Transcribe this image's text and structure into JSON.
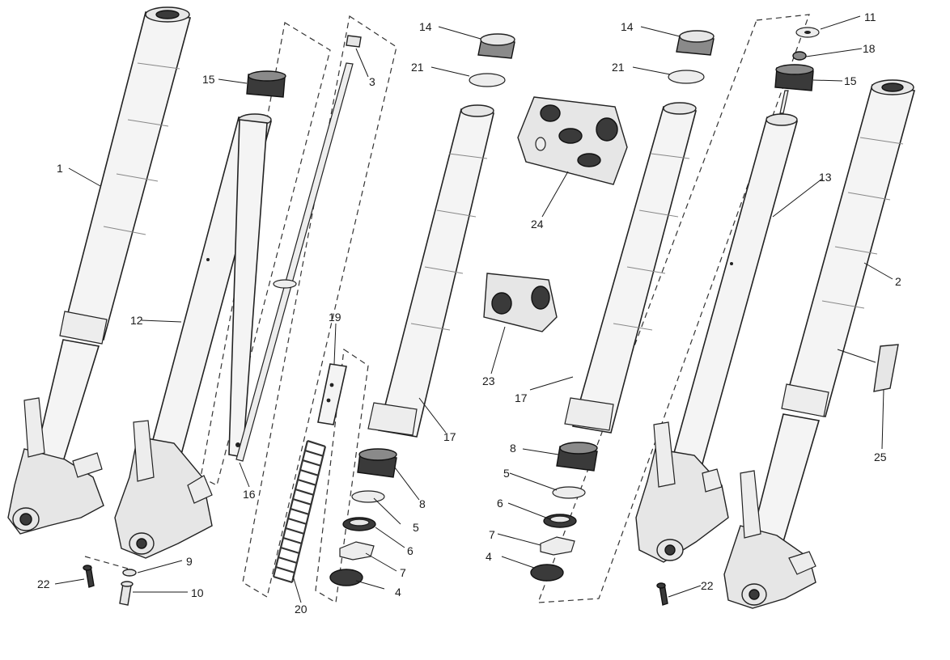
{
  "diagram": {
    "labels": [
      {
        "id": "L1",
        "text": "1"
      },
      {
        "id": "L2",
        "text": "2"
      },
      {
        "id": "L3",
        "text": "3"
      },
      {
        "id": "L4a",
        "text": "4"
      },
      {
        "id": "L4b",
        "text": "4"
      },
      {
        "id": "L5a",
        "text": "5"
      },
      {
        "id": "L5b",
        "text": "5"
      },
      {
        "id": "L6a",
        "text": "6"
      },
      {
        "id": "L6b",
        "text": "6"
      },
      {
        "id": "L7a",
        "text": "7"
      },
      {
        "id": "L7b",
        "text": "7"
      },
      {
        "id": "L8a",
        "text": "8"
      },
      {
        "id": "L8b",
        "text": "8"
      },
      {
        "id": "L9",
        "text": "9"
      },
      {
        "id": "L10",
        "text": "10"
      },
      {
        "id": "L11",
        "text": "11"
      },
      {
        "id": "L12",
        "text": "12"
      },
      {
        "id": "L13",
        "text": "13"
      },
      {
        "id": "L14a",
        "text": "14"
      },
      {
        "id": "L14b",
        "text": "14"
      },
      {
        "id": "L15a",
        "text": "15"
      },
      {
        "id": "L15b",
        "text": "15"
      },
      {
        "id": "L16",
        "text": "16"
      },
      {
        "id": "L17a",
        "text": "17"
      },
      {
        "id": "L17b",
        "text": "17"
      },
      {
        "id": "L18",
        "text": "18"
      },
      {
        "id": "L19",
        "text": "19"
      },
      {
        "id": "L20",
        "text": "20"
      },
      {
        "id": "L21a",
        "text": "21"
      },
      {
        "id": "L21b",
        "text": "21"
      },
      {
        "id": "L22a",
        "text": "22"
      },
      {
        "id": "L22b",
        "text": "22"
      },
      {
        "id": "L23",
        "text": "23"
      },
      {
        "id": "L24",
        "text": "24"
      },
      {
        "id": "L25",
        "text": "25"
      }
    ]
  }
}
